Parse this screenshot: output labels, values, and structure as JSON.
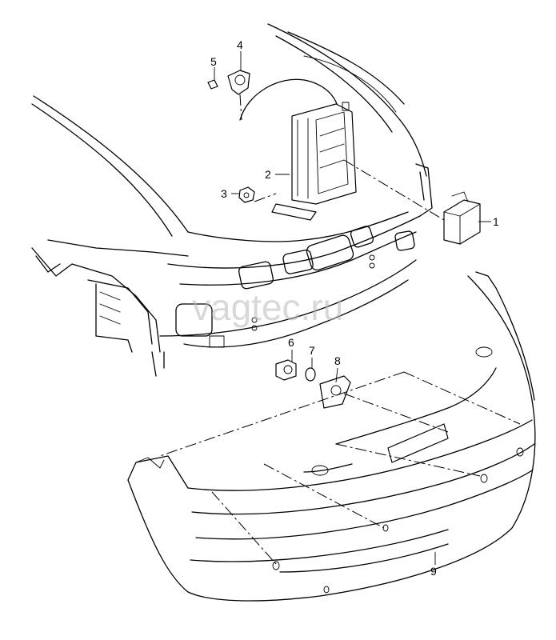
{
  "watermark": "vagtec.ru",
  "callouts": [
    "1",
    "2",
    "3",
    "4",
    "5",
    "6",
    "7",
    "8",
    "9"
  ]
}
